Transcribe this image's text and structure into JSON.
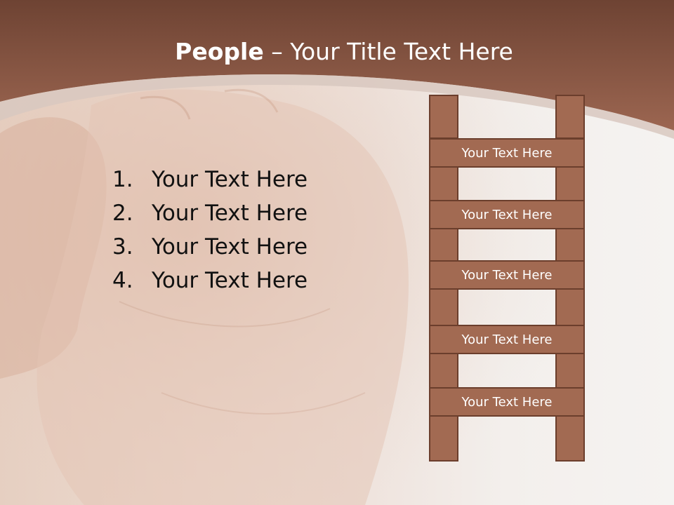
{
  "title": {
    "bold": "People",
    "rest": " – Your Title Text Here"
  },
  "list": [
    {
      "number": "1.",
      "text": "Your Text Here"
    },
    {
      "number": "2.",
      "text": "Your Text Here"
    },
    {
      "number": "3.",
      "text": "Your Text Here"
    },
    {
      "number": "4.",
      "text": "Your Text Here"
    }
  ],
  "ladder": {
    "rungs": [
      "Your Text Here",
      "Your Text Here",
      "Your Text Here",
      "Your Text Here",
      "Your Text Here"
    ]
  },
  "colors": {
    "header": "#8a5644",
    "ladder_fill": "#a26a52",
    "ladder_border": "#6b3e2c",
    "list_text": "#111111",
    "title_text": "#ffffff"
  },
  "background_image": "hand-cupped-to-ear"
}
